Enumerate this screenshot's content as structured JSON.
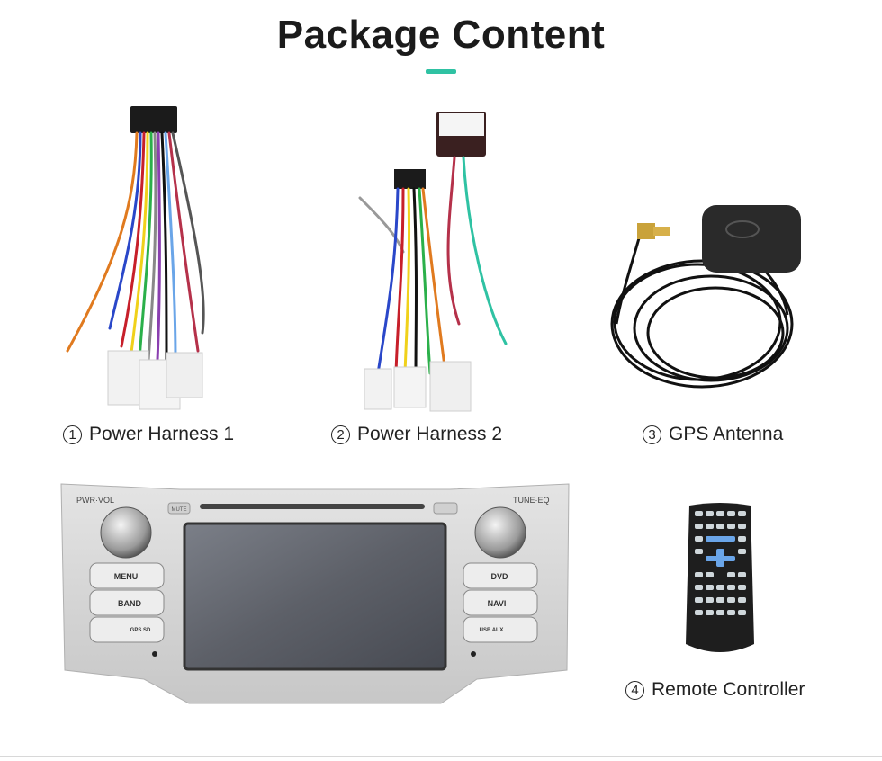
{
  "header": {
    "title": "Package Content"
  },
  "items": [
    {
      "number": "1",
      "label": "Power Harness 1",
      "icon": "power-harness-1"
    },
    {
      "number": "2",
      "label": "Power Harness 2",
      "icon": "power-harness-2"
    },
    {
      "number": "3",
      "label": "GPS Antenna",
      "icon": "gps-antenna"
    },
    {
      "number": "4",
      "label": "Remote Controller",
      "icon": "remote-controller"
    }
  ],
  "head_unit": {
    "labels": {
      "pwr_vol": "PWR·VOL",
      "tune_eq": "TUNE·EQ",
      "mute": "MUTE",
      "menu": "MENU",
      "band": "BAND",
      "gps_sd": "GPS SD",
      "dvd": "DVD",
      "navi": "NAVI",
      "usb_aux": "USB AUX"
    }
  },
  "colors": {
    "accent": "#2fc2a3"
  }
}
